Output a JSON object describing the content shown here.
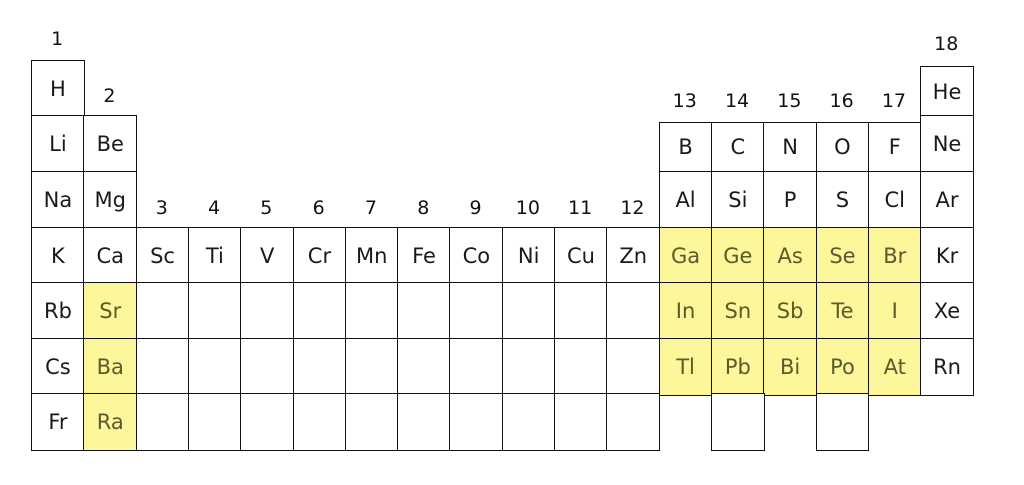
{
  "highlight_color": "#fbf79a",
  "group_numbers": [
    "1",
    "2",
    "3",
    "4",
    "5",
    "6",
    "7",
    "8",
    "9",
    "10",
    "11",
    "12",
    "13",
    "14",
    "15",
    "16",
    "17",
    "18"
  ],
  "cells": [
    {
      "symbol": "H",
      "group": 1,
      "period": 1,
      "highlight": false
    },
    {
      "symbol": "He",
      "group": 18,
      "period": 1,
      "highlight": false
    },
    {
      "symbol": "Li",
      "group": 1,
      "period": 2,
      "highlight": false
    },
    {
      "symbol": "Be",
      "group": 2,
      "period": 2,
      "highlight": false
    },
    {
      "symbol": "B",
      "group": 13,
      "period": 2,
      "highlight": false
    },
    {
      "symbol": "C",
      "group": 14,
      "period": 2,
      "highlight": false
    },
    {
      "symbol": "N",
      "group": 15,
      "period": 2,
      "highlight": false
    },
    {
      "symbol": "O",
      "group": 16,
      "period": 2,
      "highlight": false
    },
    {
      "symbol": "F",
      "group": 17,
      "period": 2,
      "highlight": false
    },
    {
      "symbol": "Ne",
      "group": 18,
      "period": 2,
      "highlight": false
    },
    {
      "symbol": "Na",
      "group": 1,
      "period": 3,
      "highlight": false
    },
    {
      "symbol": "Mg",
      "group": 2,
      "period": 3,
      "highlight": false
    },
    {
      "symbol": "Al",
      "group": 13,
      "period": 3,
      "highlight": false
    },
    {
      "symbol": "Si",
      "group": 14,
      "period": 3,
      "highlight": false
    },
    {
      "symbol": "P",
      "group": 15,
      "period": 3,
      "highlight": false
    },
    {
      "symbol": "S",
      "group": 16,
      "period": 3,
      "highlight": false
    },
    {
      "symbol": "Cl",
      "group": 17,
      "period": 3,
      "highlight": false
    },
    {
      "symbol": "Ar",
      "group": 18,
      "period": 3,
      "highlight": false
    },
    {
      "symbol": "K",
      "group": 1,
      "period": 4,
      "highlight": false
    },
    {
      "symbol": "Ca",
      "group": 2,
      "period": 4,
      "highlight": false
    },
    {
      "symbol": "Sc",
      "group": 3,
      "period": 4,
      "highlight": false
    },
    {
      "symbol": "Ti",
      "group": 4,
      "period": 4,
      "highlight": false
    },
    {
      "symbol": "V",
      "group": 5,
      "period": 4,
      "highlight": false
    },
    {
      "symbol": "Cr",
      "group": 6,
      "period": 4,
      "highlight": false
    },
    {
      "symbol": "Mn",
      "group": 7,
      "period": 4,
      "highlight": false
    },
    {
      "symbol": "Fe",
      "group": 8,
      "period": 4,
      "highlight": false
    },
    {
      "symbol": "Co",
      "group": 9,
      "period": 4,
      "highlight": false
    },
    {
      "symbol": "Ni",
      "group": 10,
      "period": 4,
      "highlight": false
    },
    {
      "symbol": "Cu",
      "group": 11,
      "period": 4,
      "highlight": false
    },
    {
      "symbol": "Zn",
      "group": 12,
      "period": 4,
      "highlight": false
    },
    {
      "symbol": "Ga",
      "group": 13,
      "period": 4,
      "highlight": true
    },
    {
      "symbol": "Ge",
      "group": 14,
      "period": 4,
      "highlight": true
    },
    {
      "symbol": "As",
      "group": 15,
      "period": 4,
      "highlight": true
    },
    {
      "symbol": "Se",
      "group": 16,
      "period": 4,
      "highlight": true
    },
    {
      "symbol": "Br",
      "group": 17,
      "period": 4,
      "highlight": true
    },
    {
      "symbol": "Kr",
      "group": 18,
      "period": 4,
      "highlight": false
    },
    {
      "symbol": "Rb",
      "group": 1,
      "period": 5,
      "highlight": false
    },
    {
      "symbol": "Sr",
      "group": 2,
      "period": 5,
      "highlight": true
    },
    {
      "symbol": "",
      "group": 3,
      "period": 5,
      "highlight": false
    },
    {
      "symbol": "",
      "group": 4,
      "period": 5,
      "highlight": false
    },
    {
      "symbol": "",
      "group": 5,
      "period": 5,
      "highlight": false
    },
    {
      "symbol": "",
      "group": 6,
      "period": 5,
      "highlight": false
    },
    {
      "symbol": "",
      "group": 7,
      "period": 5,
      "highlight": false
    },
    {
      "symbol": "",
      "group": 8,
      "period": 5,
      "highlight": false
    },
    {
      "symbol": "",
      "group": 9,
      "period": 5,
      "highlight": false
    },
    {
      "symbol": "",
      "group": 10,
      "period": 5,
      "highlight": false
    },
    {
      "symbol": "",
      "group": 11,
      "period": 5,
      "highlight": false
    },
    {
      "symbol": "",
      "group": 12,
      "period": 5,
      "highlight": false
    },
    {
      "symbol": "In",
      "group": 13,
      "period": 5,
      "highlight": true
    },
    {
      "symbol": "Sn",
      "group": 14,
      "period": 5,
      "highlight": true
    },
    {
      "symbol": "Sb",
      "group": 15,
      "period": 5,
      "highlight": true
    },
    {
      "symbol": "Te",
      "group": 16,
      "period": 5,
      "highlight": true
    },
    {
      "symbol": "I",
      "group": 17,
      "period": 5,
      "highlight": true
    },
    {
      "symbol": "Xe",
      "group": 18,
      "period": 5,
      "highlight": false
    },
    {
      "symbol": "Cs",
      "group": 1,
      "period": 6,
      "highlight": false
    },
    {
      "symbol": "Ba",
      "group": 2,
      "period": 6,
      "highlight": true
    },
    {
      "symbol": "",
      "group": 3,
      "period": 6,
      "highlight": false
    },
    {
      "symbol": "",
      "group": 4,
      "period": 6,
      "highlight": false
    },
    {
      "symbol": "",
      "group": 5,
      "period": 6,
      "highlight": false
    },
    {
      "symbol": "",
      "group": 6,
      "period": 6,
      "highlight": false
    },
    {
      "symbol": "",
      "group": 7,
      "period": 6,
      "highlight": false
    },
    {
      "symbol": "",
      "group": 8,
      "period": 6,
      "highlight": false
    },
    {
      "symbol": "",
      "group": 9,
      "period": 6,
      "highlight": false
    },
    {
      "symbol": "",
      "group": 10,
      "period": 6,
      "highlight": false
    },
    {
      "symbol": "",
      "group": 11,
      "period": 6,
      "highlight": false
    },
    {
      "symbol": "",
      "group": 12,
      "period": 6,
      "highlight": false
    },
    {
      "symbol": "Tl",
      "group": 13,
      "period": 6,
      "highlight": true
    },
    {
      "symbol": "Pb",
      "group": 14,
      "period": 6,
      "highlight": true
    },
    {
      "symbol": "Bi",
      "group": 15,
      "period": 6,
      "highlight": true
    },
    {
      "symbol": "Po",
      "group": 16,
      "period": 6,
      "highlight": true
    },
    {
      "symbol": "At",
      "group": 17,
      "period": 6,
      "highlight": true
    },
    {
      "symbol": "Rn",
      "group": 18,
      "period": 6,
      "highlight": false
    },
    {
      "symbol": "Fr",
      "group": 1,
      "period": 7,
      "highlight": false
    },
    {
      "symbol": "Ra",
      "group": 2,
      "period": 7,
      "highlight": true
    },
    {
      "symbol": "",
      "group": 3,
      "period": 7,
      "highlight": false
    },
    {
      "symbol": "",
      "group": 4,
      "period": 7,
      "highlight": false
    },
    {
      "symbol": "",
      "group": 5,
      "period": 7,
      "highlight": false
    },
    {
      "symbol": "",
      "group": 6,
      "period": 7,
      "highlight": false
    },
    {
      "symbol": "",
      "group": 7,
      "period": 7,
      "highlight": false
    },
    {
      "symbol": "",
      "group": 8,
      "period": 7,
      "highlight": false
    },
    {
      "symbol": "",
      "group": 9,
      "period": 7,
      "highlight": false
    },
    {
      "symbol": "",
      "group": 10,
      "period": 7,
      "highlight": false
    },
    {
      "symbol": "",
      "group": 11,
      "period": 7,
      "highlight": false
    },
    {
      "symbol": "",
      "group": 12,
      "period": 7,
      "highlight": false
    },
    {
      "symbol": "",
      "group": 14,
      "period": 7,
      "highlight": false
    },
    {
      "symbol": "",
      "group": 16,
      "period": 7,
      "highlight": false
    }
  ]
}
